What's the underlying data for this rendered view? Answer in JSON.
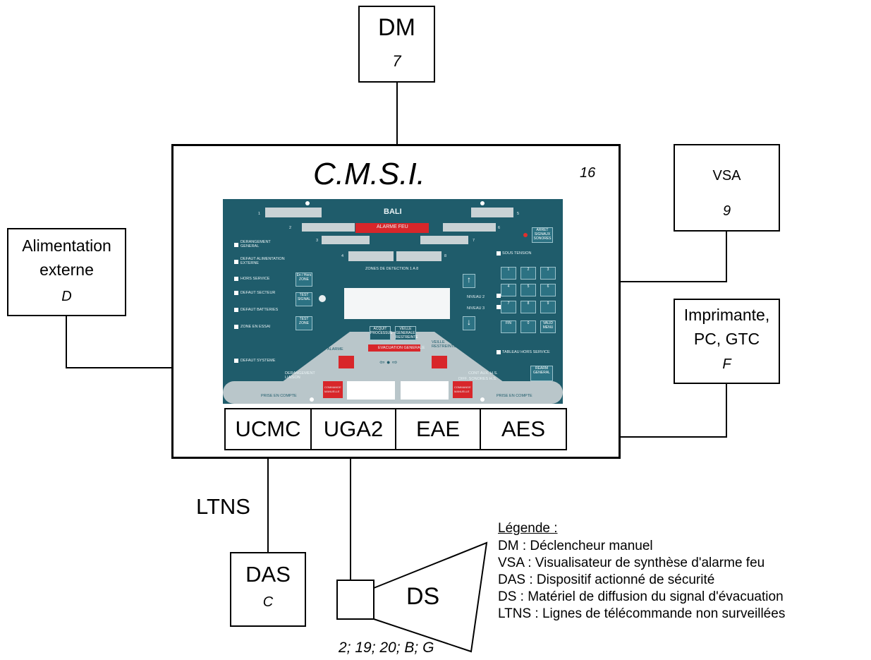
{
  "dm": {
    "title": "DM",
    "ref": "7"
  },
  "cmsi": {
    "title": "C.M.S.I.",
    "ref": "16"
  },
  "vsa": {
    "title": "VSA",
    "ref": "9"
  },
  "alimentation": {
    "line1": "Alimentation",
    "line2": "externe",
    "ref": "D"
  },
  "imprimante": {
    "line1": "Imprimante,",
    "line2": "PC, GTC",
    "ref": "F"
  },
  "modules": [
    "UCMC",
    "UGA2",
    "EAE",
    "AES"
  ],
  "ltns_label": "LTNS",
  "das": {
    "title": "DAS",
    "ref": "C"
  },
  "ds": {
    "title": "DS",
    "refs": "2; 19; 20; B; G"
  },
  "legend": {
    "title": "Légende :",
    "items": [
      "DM : Déclencheur manuel",
      "VSA : Visualisateur de synthèse d'alarme feu",
      "DAS : Dispositif actionné de sécurité",
      "DS : Matériel de diffusion du signal d'évacuation",
      "LTNS : Lignes de télécommande non surveillées"
    ]
  },
  "panel": {
    "brand": "BALI",
    "alarme_feu": "ALARME FEU",
    "zones_label": "ZONES DE DETECTION 1 A 8",
    "left_labels": [
      "DERANGEMENT GENERAL",
      "DEFAUT ALIMENTATION EXTERNE",
      "HORS SERVICE",
      "DEFAUT SECTEUR",
      "DEFAUT BATTERIES",
      "ZONE EN ESSAI",
      "DEFAUT SYSTEME"
    ],
    "zone_numbers": [
      "1",
      "2",
      "3",
      "4",
      "5",
      "6",
      "7",
      "8"
    ],
    "sous_tension": "SOUS TENSION",
    "arret_signaux": "ARRET SIGNAUX SONORES",
    "keys": [
      "1",
      "2",
      "3",
      "4",
      "5",
      "6",
      "7",
      "8",
      "9",
      "FIN",
      "0",
      "VALID MENU"
    ],
    "niveau2": "NIVEAU 2",
    "niveau3": "NIVEAU 3",
    "enhors_zone": "En / Hors ZONE",
    "test_signal": "TEST SIGNAL",
    "test_zone": "TEST ZONE",
    "acquit": "ACQUIT PROCESSUS",
    "veille_generale": "VEILLE GENERALE RESTREINTE",
    "evacuation": "EVACUATION GENERALE",
    "alarme": "ALARME",
    "veille_restreinte": "VEILLE RESTREINTE",
    "tableau_hs": "TABLEAU HORS SERVICE",
    "derangement_liaison": "DERANGEMENT LIAISON",
    "cont_aux": "CONT AUX. H.S.",
    "diff_sonores": "DIFF. SONORES H.S.",
    "rearm": "REARM GENERAL",
    "prise_en_compte": "PRISE EN COMPTE",
    "commande_manuelle": "COMMANDE MANUELLE"
  }
}
